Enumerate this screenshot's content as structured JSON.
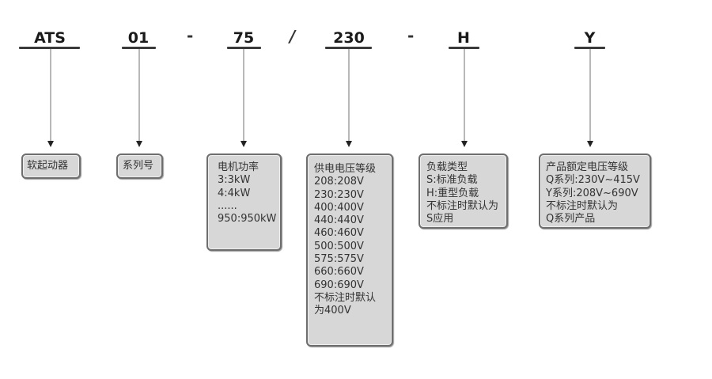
{
  "segments": [
    {
      "code": "ATS",
      "description": [
        "软起动器"
      ]
    },
    {
      "code": "01",
      "description": [
        "系列号"
      ]
    },
    {
      "code": "75",
      "description": [
        "电机功率",
        "3:3kW",
        "4:4kW",
        "......",
        "950:950kW"
      ]
    },
    {
      "code": "230",
      "description": [
        "供电电压等级",
        "208:208V",
        "230:230V",
        "400:400V",
        "440:440V",
        "460:460V",
        "500:500V",
        "575:575V",
        "660:660V",
        "690:690V",
        "不标注时默认",
        "为400V"
      ]
    },
    {
      "code": "H",
      "description": [
        "负载类型",
        "S:标准负载",
        "H:重型负载",
        "不标注时默认为",
        "S应用"
      ]
    },
    {
      "code": "Y",
      "description": [
        "产品额定电压等级",
        "Q系列:230V~415V",
        "Y系列:208V~690V",
        "不标注时默认为",
        "Q系列产品"
      ]
    }
  ],
  "separators": [
    "-",
    "/",
    "-"
  ]
}
